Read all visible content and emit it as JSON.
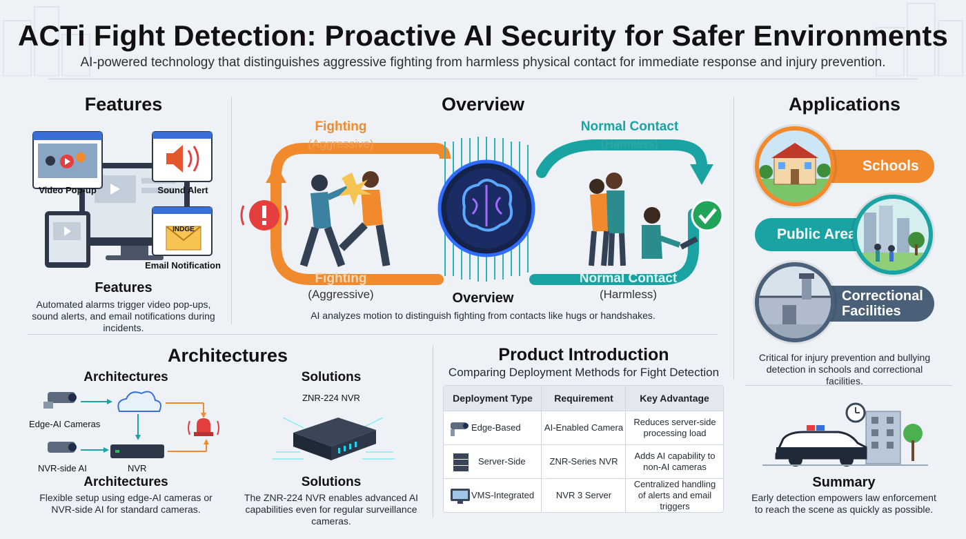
{
  "header": {
    "title": "ACTi Fight Detection: Proactive AI Security for Safer Environments",
    "subtitle": "AI-powered technology that distinguishes aggressive fighting from harmless physical contact for immediate response and injury prevention."
  },
  "features": {
    "section_title": "Features",
    "labels": {
      "video": "Video Pop-up",
      "sound": "Sound Alert",
      "email": "Email Notification",
      "envelope": "INDGE"
    },
    "caption_title": "Features",
    "caption": "Automated alarms trigger video pop-ups, sound alerts, and email notifications during incidents."
  },
  "overview": {
    "section_title": "Overview",
    "fighting_top": "Fighting",
    "fighting_top_sub": "(Aggressive)",
    "fighting_bottom": "Fighting",
    "fighting_bottom_sub": "(Aggressive)",
    "normal_top": "Normal Contact",
    "normal_top_sub": "(Harmless)",
    "normal_bottom": "Normal Contact",
    "normal_bottom_sub": "(Harmless)",
    "caption_title": "Overview",
    "caption": "AI analyzes motion to distinguish fighting from contacts like hugs or handshakes."
  },
  "applications": {
    "section_title": "Applications",
    "items": [
      {
        "label": "Schools",
        "color": "#f08a2c"
      },
      {
        "label": "Public Areas",
        "color": "#1aa3a3"
      },
      {
        "label": "Correctional Facilities",
        "color": "#4a5f78"
      }
    ],
    "caption": "Critical for injury prevention and bullying detection in schools and correctional facilities."
  },
  "architectures": {
    "section_title": "Architectures",
    "left_title": "Architectures",
    "edge_label": "Edge-AI Cameras",
    "nvr_side_label": "NVR-side AI",
    "nvr_label": "NVR",
    "left_caption_title": "Architectures",
    "left_caption": "Flexible setup using edge-AI cameras or NVR-side AI for standard cameras.",
    "right_title": "Solutions",
    "device_label": "ZNR-224 NVR",
    "right_caption_title": "Solutions",
    "right_caption": "The ZNR-224 NVR enables advanced AI capabilities even for regular surveillance cameras."
  },
  "product": {
    "section_title": "Product Introduction",
    "subtitle": "Comparing Deployment Methods for Fight Detection",
    "headers": [
      "Deployment Type",
      "Requirement",
      "Key Advantage"
    ],
    "rows": [
      {
        "type": "Edge-Based",
        "req": "AI-Enabled Camera",
        "adv": "Reduces server-side processing load"
      },
      {
        "type": "Server-Side",
        "req": "ZNR-Series NVR",
        "adv": "Adds AI capability to non-AI cameras"
      },
      {
        "type": "VMS-Integrated",
        "req": "NVR 3 Server",
        "adv": "Centralized handling of alerts and email triggers"
      }
    ]
  },
  "summary": {
    "title": "Summary",
    "caption": "Early detection empowers law enforcement to reach the scene as quickly as possible."
  },
  "colors": {
    "orange": "#f08a2c",
    "teal": "#1aa3a3",
    "navy": "#1f2d4d",
    "slate": "#4a5f78"
  }
}
